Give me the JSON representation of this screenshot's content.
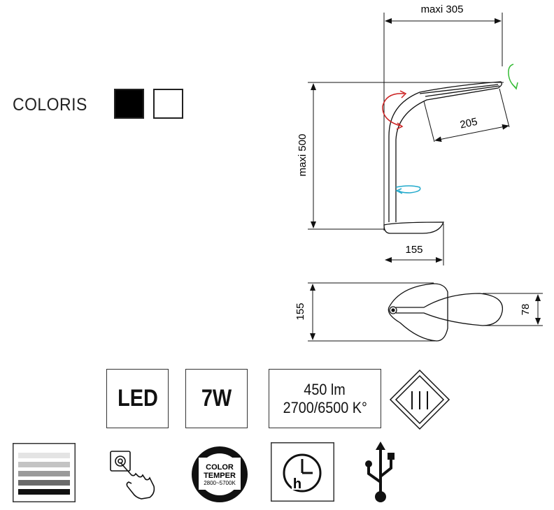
{
  "colors": {
    "label": "COLORIS",
    "swatch_black": "#000000",
    "swatch_white": "#ffffff"
  },
  "dimensions": {
    "top_width": "maxi 305",
    "height": "maxi 500",
    "head_length": "205",
    "base_width_side": "155",
    "base_depth_top": "155",
    "head_width_top": "78"
  },
  "rotation_arrow_colors": {
    "head": "#33bb33",
    "neck": "#cc2222",
    "base": "#22aacc"
  },
  "specs": {
    "led": "LED",
    "power": "7W",
    "lumens": "450 lm",
    "color_temp": "2700/6500 K°",
    "class_icon": "class-three-diamond-icon"
  },
  "icons": {
    "dimmer": "dimmer-gradient-icon",
    "touch": "touch-switch-icon",
    "color_temper_label_1": "COLOR",
    "color_temper_label_2": "TEMPER",
    "color_temper_range": "2800~5700K",
    "timer_letter": "h",
    "usb": "usb-icon"
  }
}
